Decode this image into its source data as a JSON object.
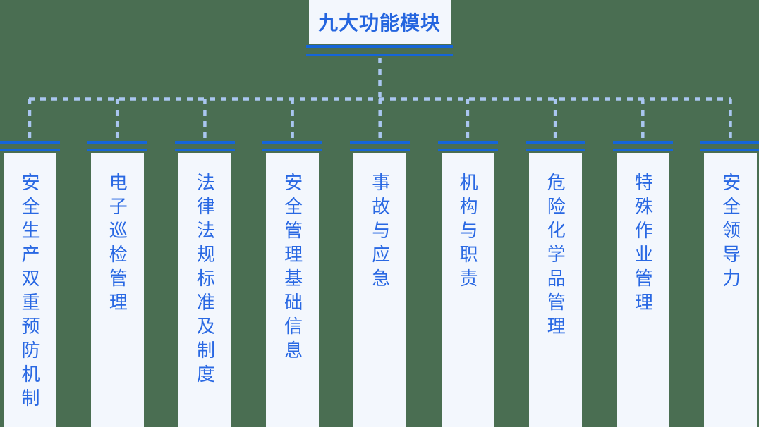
{
  "title": "九大功能模块",
  "modules": [
    "安全生产双重预防机制",
    "电子巡检管理",
    "法律法规标准及制度",
    "安全管理基础信息",
    "事故与应急",
    "机构与职责",
    "危险化学品管理",
    "特殊作业管理",
    "安全领导力"
  ],
  "colors": {
    "background_green": "#4a6e52",
    "solid_line_blue": "#1565d8",
    "dashed_connector_blue": "#a9c6f0",
    "text_blue": "#2968e3",
    "node_background": "#f3f7fd"
  }
}
